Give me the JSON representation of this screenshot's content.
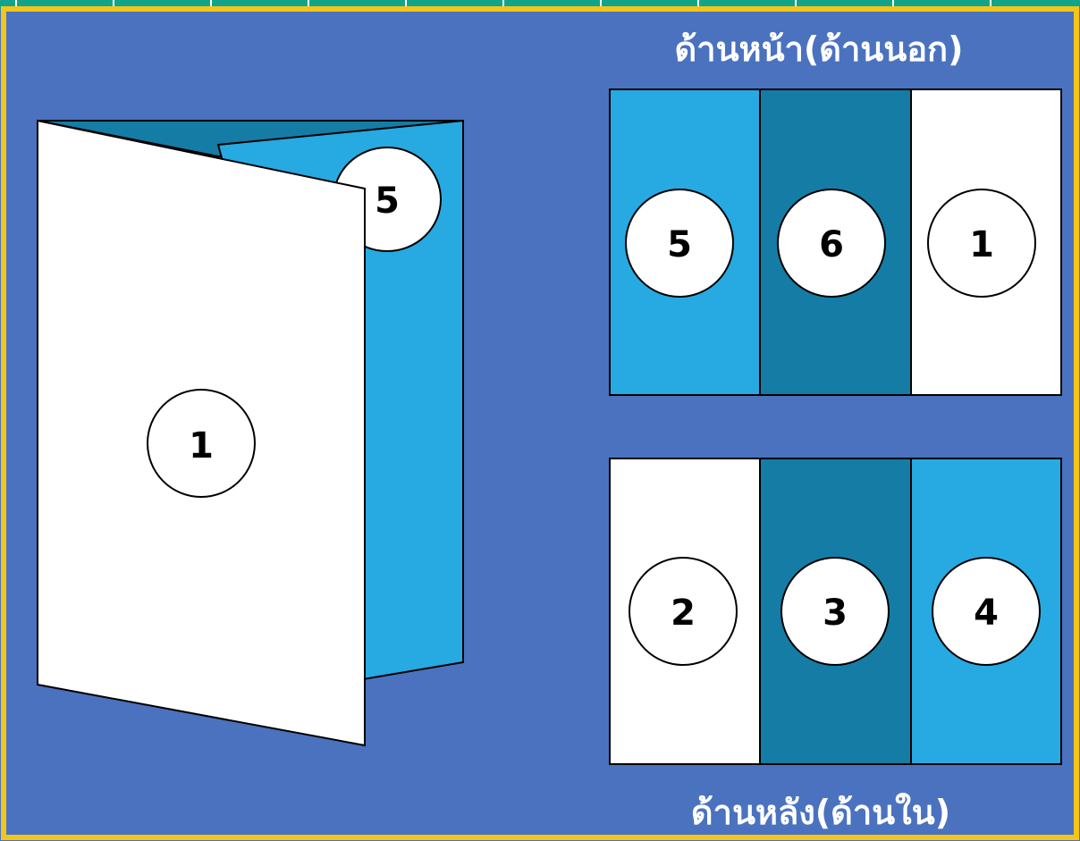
{
  "colors": {
    "background": "#4A72BF",
    "frame_border": "#F5C518",
    "top_strip": "#12A48A",
    "panel_light_blue": "#27A9E1",
    "panel_dark_blue": "#157CA5",
    "panel_white": "#FFFFFF",
    "outline": "#000000",
    "title_text": "#FFFFFF"
  },
  "front_side": {
    "title": "ด้านหน้า(ด้านนอก)",
    "panels": [
      {
        "number": "5",
        "color": "light-blue"
      },
      {
        "number": "6",
        "color": "dark-blue"
      },
      {
        "number": "1",
        "color": "white"
      }
    ]
  },
  "back_side": {
    "title": "ด้านหลัง(ด้านใน)",
    "panels": [
      {
        "number": "2",
        "color": "white"
      },
      {
        "number": "3",
        "color": "dark-blue"
      },
      {
        "number": "4",
        "color": "light-blue"
      }
    ]
  },
  "folded_brochure": {
    "front_number": "1",
    "peek_number": "5"
  }
}
